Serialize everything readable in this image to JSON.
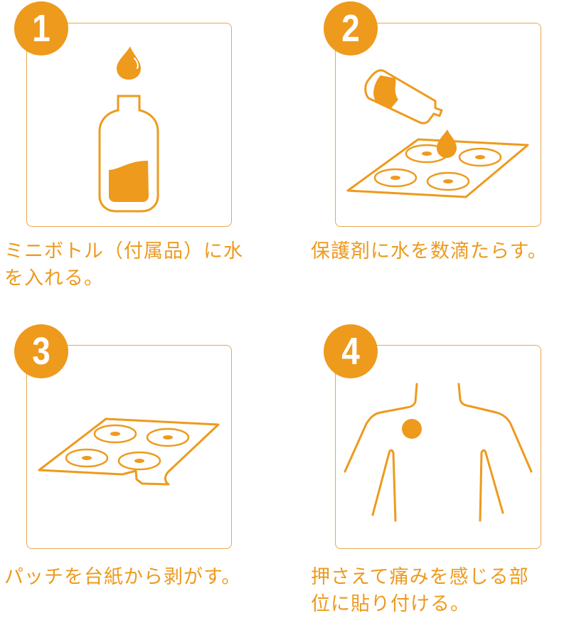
{
  "accent_color": "#EE9A1D",
  "steps": [
    {
      "number": "1",
      "icon": "water-bottle-drop-icon",
      "caption_lines": [
        "ミニボトル（付属品）に水",
        "を入れる。"
      ]
    },
    {
      "number": "2",
      "icon": "pour-water-on-patch-sheet-icon",
      "caption_lines": [
        "保護剤に水を数滴たらす。"
      ]
    },
    {
      "number": "3",
      "icon": "peel-patch-sheet-icon",
      "caption_lines": [
        "パッチを台紙から剥がす。"
      ]
    },
    {
      "number": "4",
      "icon": "torso-apply-patch-icon",
      "caption_lines": [
        "押さえて痛みを感じる部",
        "位に貼り付ける。"
      ]
    }
  ]
}
